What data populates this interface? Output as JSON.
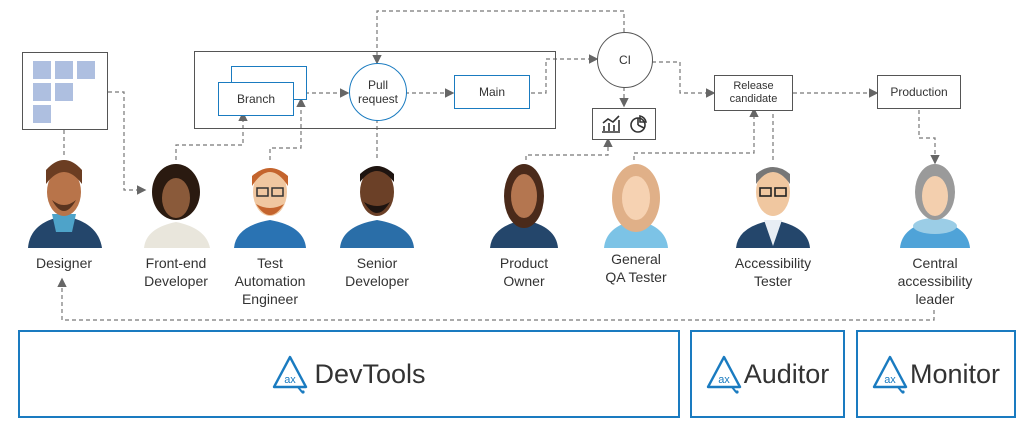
{
  "workflow": {
    "branch": "Branch",
    "pull_request": "Pull\nrequest",
    "main": "Main",
    "ci": "CI",
    "release_candidate": "Release\ncandidate",
    "production": "Production"
  },
  "people": [
    {
      "label": "Designer"
    },
    {
      "label": "Front-end\nDeveloper"
    },
    {
      "label": "Test\nAutomation\nEngineer"
    },
    {
      "label": "Senior\nDeveloper"
    },
    {
      "label": "Product\nOwner"
    },
    {
      "label": "General\nQA Tester"
    },
    {
      "label": "Accessibility\nTester"
    },
    {
      "label": "Central\naccessibility\nleader"
    }
  ],
  "products": [
    {
      "name": "DevTools"
    },
    {
      "name": "Auditor"
    },
    {
      "name": "Monitor"
    }
  ],
  "colors": {
    "brand_blue": "#1a7bc0",
    "tile_blue": "#aebfe0",
    "line_gray": "#777777"
  },
  "icons": [
    "chart-icon",
    "pie-chart-icon",
    "axe-logo-icon"
  ]
}
